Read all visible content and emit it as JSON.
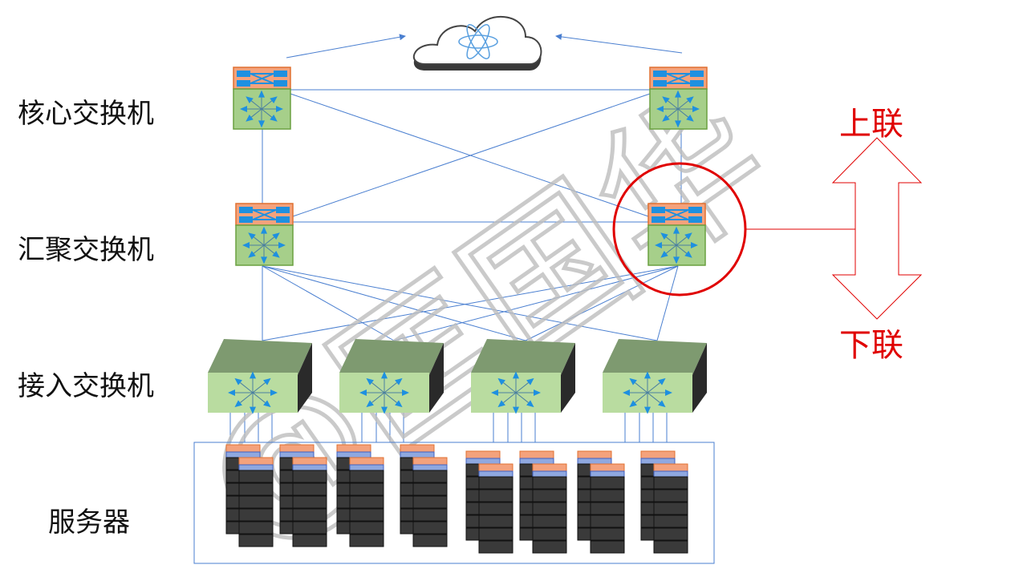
{
  "labels": {
    "core": "核心交换机",
    "aggregation": "汇聚交换机",
    "access": "接入交换机",
    "servers": "服务器"
  },
  "direction": {
    "up": "上联",
    "down": "下联"
  },
  "watermark": "@匡国华",
  "colors": {
    "link": "#4a7fd0",
    "highlight": "#e00000",
    "switch_top": "#f4a27c",
    "switch_body": "#a6cf8a",
    "arrow_blue": "#1e90e0"
  },
  "icons": {
    "cloud": "cloud-icon",
    "switch": "switch-icon",
    "server": "server-rack-icon"
  }
}
